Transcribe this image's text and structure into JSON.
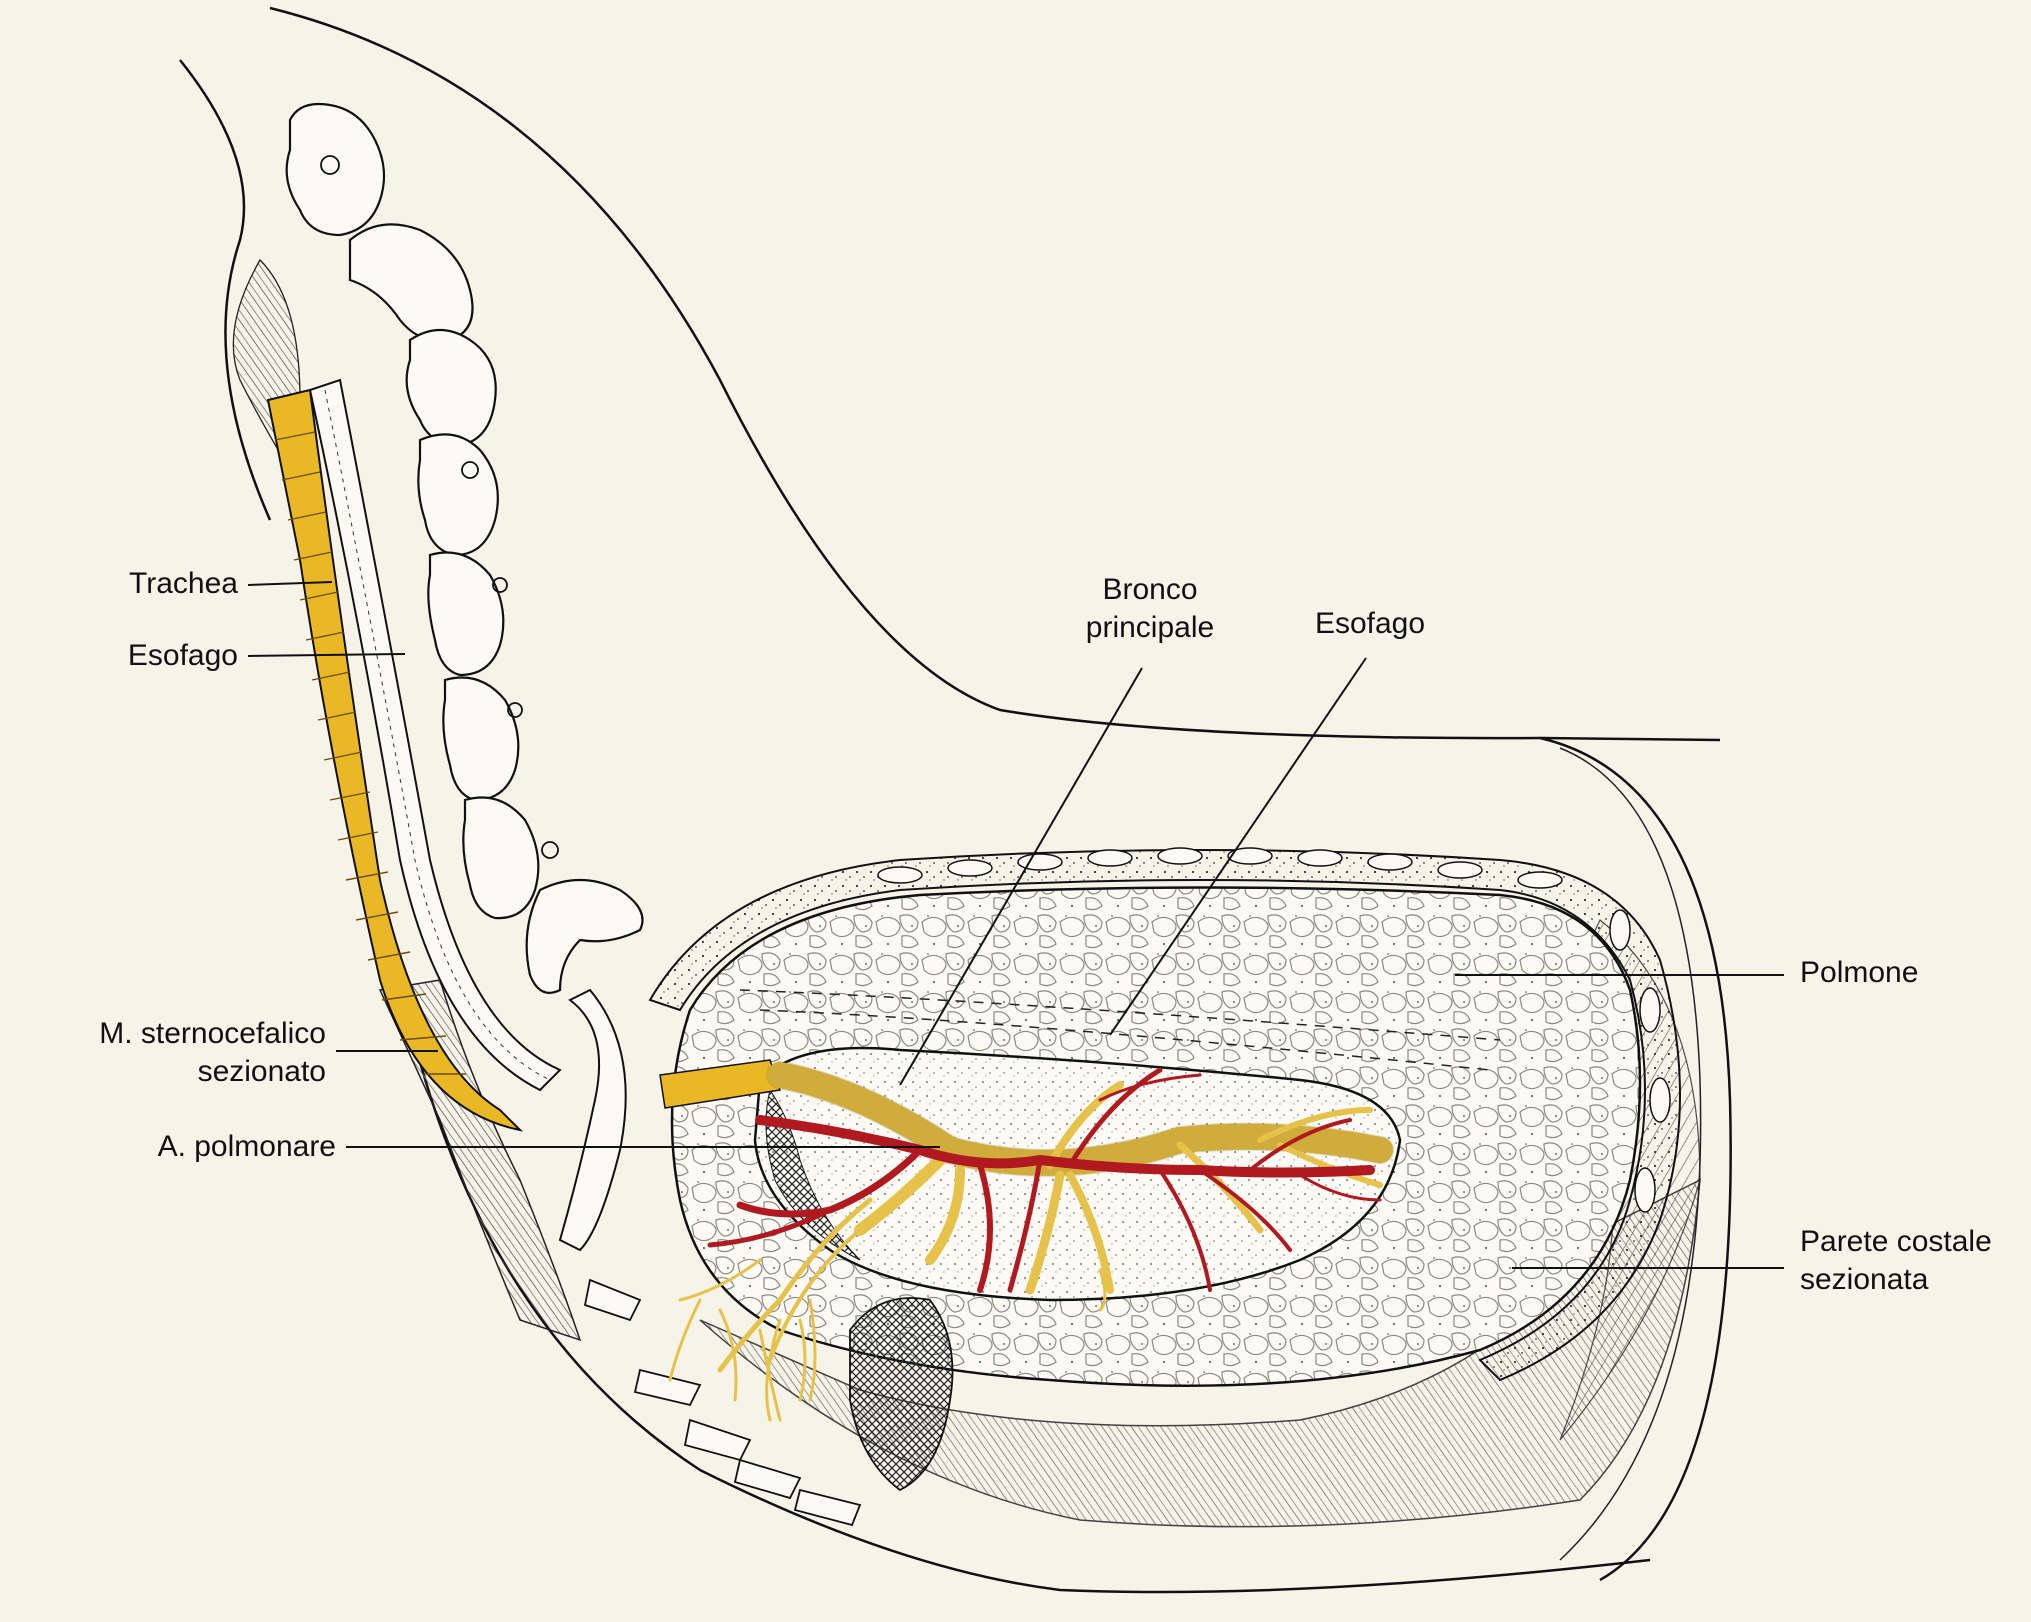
{
  "labels": {
    "trachea": "Trachea",
    "esofago_left": "Esofago",
    "sternocefalico_line1": "M. sternocefalico",
    "sternocefalico_line2": "sezionato",
    "polmonare": "A. polmonare",
    "bronco_line1": "Bronco",
    "bronco_line2": "principale",
    "esofago_right": "Esofago",
    "polmone": "Polmone",
    "parete_line1": "Parete costale",
    "parete_line2": "sezionata"
  },
  "colors": {
    "background": "#f6f3e9",
    "ink": "#111111",
    "trachea_yellow": "#e9b824",
    "artery_red": "#b0191f",
    "bronchus_yellow": "#e6c24a"
  }
}
